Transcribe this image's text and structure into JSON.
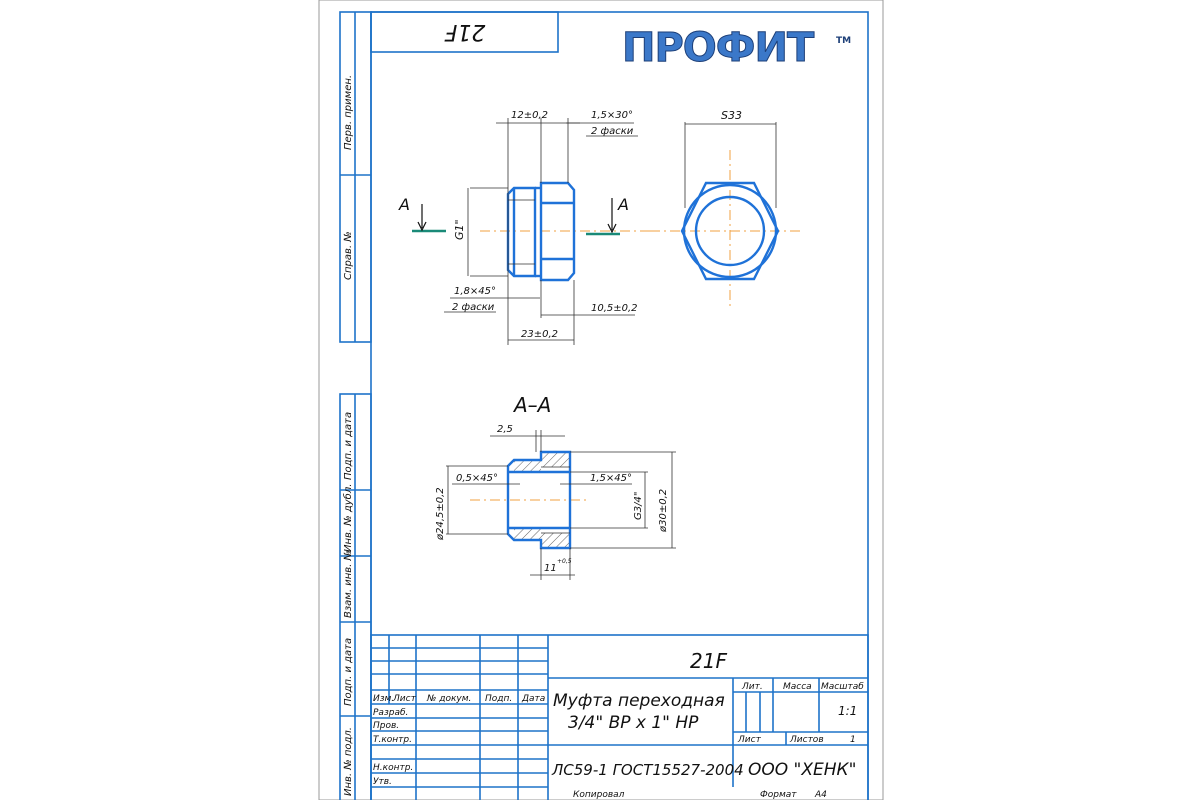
{
  "header_stamp": "21F",
  "logo": {
    "text": "ПРОФИТ",
    "tm": "TM",
    "color": "#3b78c9"
  },
  "colors": {
    "frame": "#1e73c9",
    "part": "#1f72d8",
    "axis": "#f0a040",
    "cut_line": "#1a8a78"
  },
  "left_strip": {
    "perv_primen": "Перв. примен.",
    "sprav_no": "Справ. №",
    "podp_data_1": "Подп. и дата",
    "inv_dubl": "Инв. № дубл.",
    "vzam_inv": "Взам. инв. №",
    "podp_data_2": "Подп. и дата",
    "inv_podl": "Инв. № подл."
  },
  "side_view": {
    "dims": {
      "d1": "12±0,2",
      "d2": "1,5×30°",
      "d2b": "2 фаски",
      "thread": "G1\"",
      "chamfer": "1,8×45°",
      "chamfer_b": "2 фаски",
      "d3": "10,5±0,2",
      "d4": "23±0,2"
    },
    "section_a_left": "A",
    "section_a_right": "A"
  },
  "front_view": {
    "s_dim": "S33"
  },
  "section": {
    "title": "А–А",
    "dims": {
      "d1": "2,5",
      "d2": "0,5×45°",
      "d3": "1,5×45°",
      "d4": "ø24,5±0,2",
      "d5": "G3/4\"",
      "d6": "ø30±0,2",
      "d7": "11",
      "d7_tol": "+0,5"
    }
  },
  "title_block": {
    "code": "21F",
    "name_line1": "Муфта переходная",
    "name_line2": "3/4\" ВР x 1\" НР",
    "material": "ЛС59-1 ГОСТ15527-2004",
    "company": "ООО \"ХЕНК\"",
    "headers": {
      "izm": "Изм.",
      "list": "Лист",
      "doc": "№ докум.",
      "podp": "Подп.",
      "data": "Дата"
    },
    "roles": {
      "razrab": "Разраб.",
      "prov": "Пров.",
      "tkontr": "Т.контр.",
      "nkontr": "Н.контр.",
      "utv": "Утв."
    },
    "lit": "Лит.",
    "massa": "Масса",
    "masshtab": "Масштаб",
    "scale_value": "1:1",
    "list_label": "Лист",
    "listov_label": "Листов",
    "listov_value": "1"
  },
  "footer": {
    "kopiroval": "Копировал",
    "format_label": "Формат",
    "format_value": "A4"
  }
}
